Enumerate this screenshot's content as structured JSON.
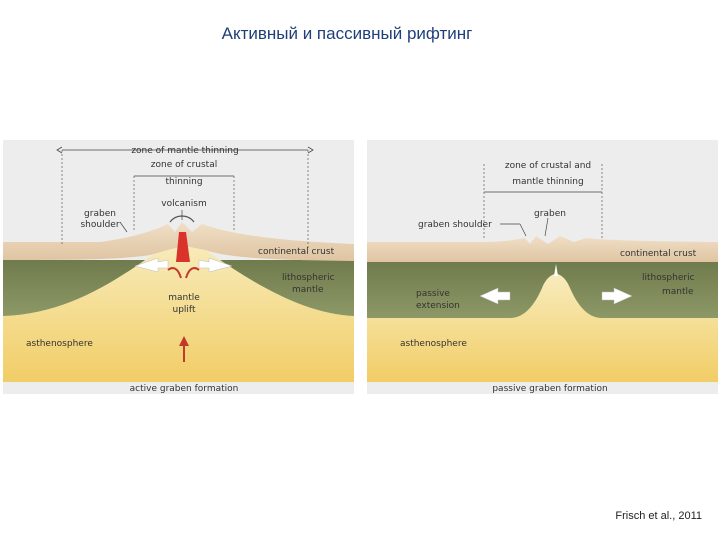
{
  "slide": {
    "title": "Активный и пассивный рифтинг",
    "credit": "Frisch et al., 2011"
  },
  "left_panel": {
    "zone_mantle_thinning": "zone of mantle thinning",
    "zone_crustal_thinning_1": "zone of crustal",
    "zone_crustal_thinning_2": "thinning",
    "graben_shoulder_1": "graben",
    "graben_shoulder_2": "shoulder",
    "volcanism": "volcanism",
    "continental_crust": "continental crust",
    "lithospheric_mantle_1": "lithospheric",
    "lithospheric_mantle_2": "mantle",
    "mantle_uplift_1": "mantle",
    "mantle_uplift_2": "uplift",
    "asthenosphere": "asthenosphere",
    "caption": "active graben formation"
  },
  "right_panel": {
    "zone_crustal_mantle_thinning_1": "zone of crustal and",
    "zone_crustal_mantle_thinning_2": "mantle thinning",
    "graben": "graben",
    "graben_shoulder": "graben shoulder",
    "continental_crust": "continental crust",
    "lithospheric_mantle_1": "lithospheric",
    "lithospheric_mantle_2": "mantle",
    "passive_extension_1": "passive",
    "passive_extension_2": "extension",
    "asthenosphere": "asthenosphere",
    "caption": "passive graben formation"
  },
  "colors": {
    "crust": "#e8d2b4",
    "lithosphere": "#7d8a5a",
    "asthenosphere_top": "#f7e8b0",
    "asthenosphere_bottom": "#f2cf6a",
    "panel_background": "#ededed",
    "magma": "#d8342c",
    "arrow": "#c0392b"
  }
}
